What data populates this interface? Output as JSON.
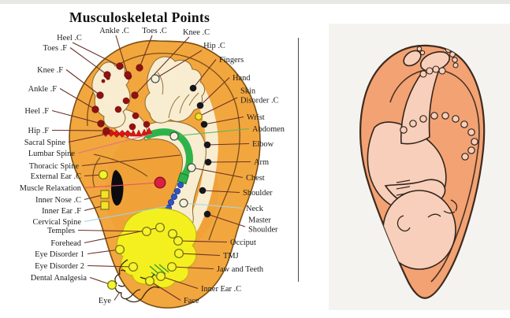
{
  "figure": {
    "title": "Musculoskeletal Points",
    "left_panel_description": "ear auriculotherapy point chart",
    "right_panel_description": "inverted fetus superimposed on ear"
  },
  "labels": [
    {
      "id": "heel_c",
      "text": "Heel .C"
    },
    {
      "id": "ankle_c",
      "text": "Ankle .C"
    },
    {
      "id": "toes_c",
      "text": "Toes .C"
    },
    {
      "id": "knee_c",
      "text": "Knee .C"
    },
    {
      "id": "hip_c",
      "text": "Hip .C"
    },
    {
      "id": "toes_f",
      "text": "Toes .F"
    },
    {
      "id": "knee_f",
      "text": "Knee .F"
    },
    {
      "id": "ankle_f",
      "text": "Ankle .F"
    },
    {
      "id": "heel_f",
      "text": "Heel .F"
    },
    {
      "id": "hip_f",
      "text": "Hip .F"
    },
    {
      "id": "sacral_spine",
      "text": "Sacral Spine"
    },
    {
      "id": "lumbar_spine",
      "text": "Lumbar Spine"
    },
    {
      "id": "thoracic_spine",
      "text": "Thoracic Spine"
    },
    {
      "id": "external_ear_c",
      "text": "External Ear .C"
    },
    {
      "id": "muscle_relaxation",
      "text": "Muscle Relaxation"
    },
    {
      "id": "inner_nose_c",
      "text": "Inner Nose .C"
    },
    {
      "id": "inner_ear_f",
      "text": "Inner Ear .F"
    },
    {
      "id": "cervical_spine",
      "text": "Cervical Spine"
    },
    {
      "id": "temples",
      "text": "Temples"
    },
    {
      "id": "forehead",
      "text": "Forehead"
    },
    {
      "id": "eye_disorder_1",
      "text": "Eye Disorder 1"
    },
    {
      "id": "eye_disorder_2",
      "text": "Eye Disorder 2"
    },
    {
      "id": "dental_analgesia",
      "text": "Dental Analgesia"
    },
    {
      "id": "eye",
      "text": "Eye"
    },
    {
      "id": "fingers",
      "text": "Fingers"
    },
    {
      "id": "hand",
      "text": "Hand"
    },
    {
      "id": "skin_disorder_c",
      "text": "Skin Disorder .C"
    },
    {
      "id": "wrist",
      "text": "Wrist"
    },
    {
      "id": "abdomen",
      "text": "Abdomen"
    },
    {
      "id": "elbow",
      "text": "Elbow"
    },
    {
      "id": "arm",
      "text": "Arm"
    },
    {
      "id": "chest",
      "text": "Chest"
    },
    {
      "id": "shoulder",
      "text": "Shoulder"
    },
    {
      "id": "neck",
      "text": "Neck"
    },
    {
      "id": "master_shoulder",
      "text": "Master Shoulder"
    },
    {
      "id": "occiput",
      "text": "Occiput"
    },
    {
      "id": "tmj",
      "text": "TMJ"
    },
    {
      "id": "jaw_and_teeth",
      "text": "Jaw and Teeth"
    },
    {
      "id": "inner_ear_c",
      "text": "Inner Ear .C"
    },
    {
      "id": "face",
      "text": "Face"
    }
  ],
  "colors": {
    "ear_orange": "#F2A63E",
    "cream": "#F8EDD0",
    "maroon_point": "#8E1212",
    "black_point": "#16161C",
    "yellow_point": "#F2E32A",
    "green_band": "#2EB34A",
    "blue_point": "#2E55C8",
    "red_point": "#DA2140",
    "right_ear_orange": "#F3A273",
    "fetus_skin": "#F7CFBA",
    "right_panel_bg": "#F4F3EF"
  }
}
